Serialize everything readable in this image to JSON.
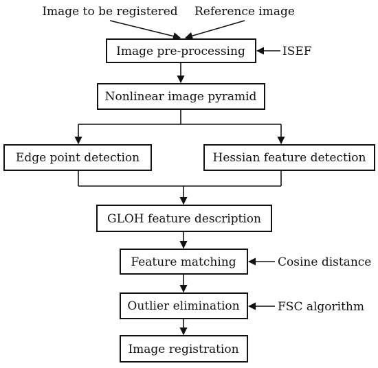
{
  "inputs": {
    "image_to_register": "Image to be registered",
    "reference_image": "Reference image"
  },
  "steps": {
    "preprocessing": "Image pre-processing",
    "pyramid": "Nonlinear image pyramid",
    "edge_detection": "Edge point detection",
    "hessian_detection": "Hessian feature detection",
    "gloh_description": "GLOH feature description",
    "feature_matching": "Feature matching",
    "outlier_elimination": "Outlier elimination",
    "image_registration": "Image registration"
  },
  "side_inputs": {
    "isef": "ISEF",
    "cosine_distance": "Cosine distance",
    "fsc_algorithm": "FSC algorithm"
  }
}
